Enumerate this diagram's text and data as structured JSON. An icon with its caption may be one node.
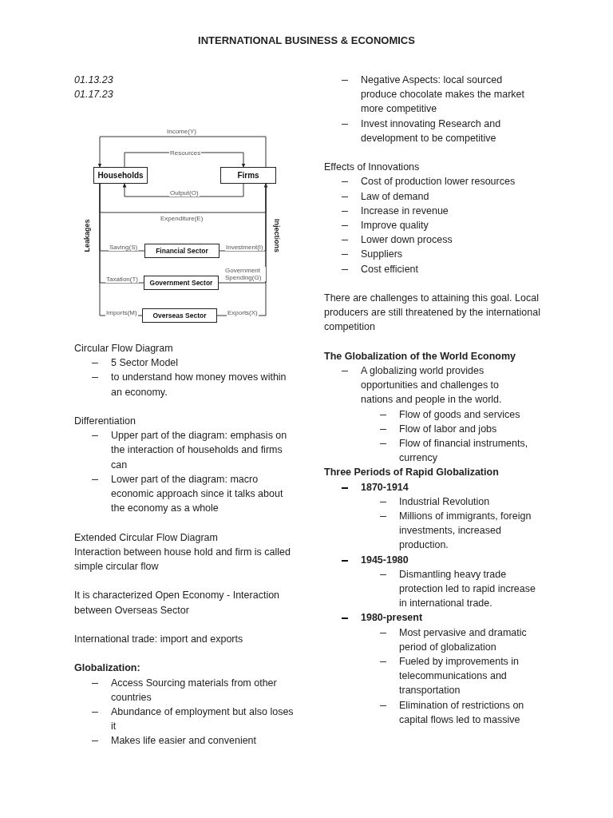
{
  "diagram": {
    "title": "INTERNATIONAL BUSINESS & ECONOMICS",
    "nodes": [
      {
        "text": [
          "Households"
        ]
      },
      {
        "text": [
          "Firms"
        ]
      },
      {
        "text": [
          "Financial Sector"
        ]
      },
      {
        "text": [
          "Government Sector"
        ]
      },
      {
        "text": [
          "Overseas Sector"
        ]
      }
    ],
    "edges": [
      {
        "from": 1,
        "to": 0,
        "arrow": "to",
        "label": "Income(Y)"
      },
      {
        "from": 0,
        "to": 1,
        "arrow": "to",
        "label": "Resources"
      },
      {
        "from": 1,
        "to": 0,
        "arrow": "to",
        "label": "Output(O)"
      },
      {
        "from": 0,
        "to": 1,
        "arrow": "to",
        "label": "Expenditure(E)"
      },
      {
        "from": 0,
        "to": 2,
        "arrow": "none",
        "label": "Saving(S)"
      },
      {
        "from": 2,
        "to": 1,
        "arrow": "none",
        "label": "Investment(I)"
      },
      {
        "from": 0,
        "to": 3,
        "arrow": "none",
        "label": "Taxation(T)"
      },
      {
        "from": 3,
        "to": 1,
        "arrow": "none",
        "label": "Government Spending(G)"
      },
      {
        "from": 0,
        "to": 4,
        "arrow": "none",
        "label": "Imports(M)"
      },
      {
        "from": 4,
        "to": 1,
        "arrow": "none",
        "label": "Exports(X)"
      }
    ],
    "labels": [
      "01.13.23",
      "01.17.23",
      "Leakages",
      "Injections",
      "Circular Flow Diagram",
      "5 Sector Model",
      "to understand how money moves within an economy.",
      "Differentiation",
      "Upper part of the diagram: emphasis on the interaction of households and firms can",
      "Lower part of the diagram: macro economic approach since it talks about the economy as a whole",
      "Extended Circular Flow Diagram",
      "Interaction between house hold and firm is called simple circular flow",
      "It is characterized Open Economy - Interaction between Overseas Sector",
      "International trade: import and exports",
      "Globalization:",
      "Access Sourcing materials from other countries",
      "Abundance of employment but also loses it",
      "Makes life easier and convenient",
      "Negative Aspects: local sourced produce chocolate makes the market more competitive",
      "Invest innovating Research and development to be competitive",
      "Effects of Innovations",
      "Cost of production lower resources",
      "Law of demand",
      "Increase in revenue",
      "Improve quality",
      "Lower down process",
      "Suppliers",
      "Cost efficient",
      "There are challenges to attaining this goal. Local producers are still threatened by the international competition",
      "The Globalization of the World Economy",
      "A globalizing world provides opportunities and challenges to nations and people in the world.",
      "Flow of goods and services",
      "Flow of labor and jobs",
      "Flow of financial instruments, currency",
      "Three Periods of Rapid Globalization",
      "1870-1914",
      "Industrial Revolution",
      "Millions of immigrants, foreign investments, increased production.",
      "1945-1980",
      "Dismantling heavy trade protection led to rapid increase in international trade.",
      "1980-present",
      "Most pervasive and dramatic period of globalization",
      "Fueled by improvements in telecommunications and transportation",
      "Elimination of restrictions on capital flows led to massive"
    ]
  }
}
